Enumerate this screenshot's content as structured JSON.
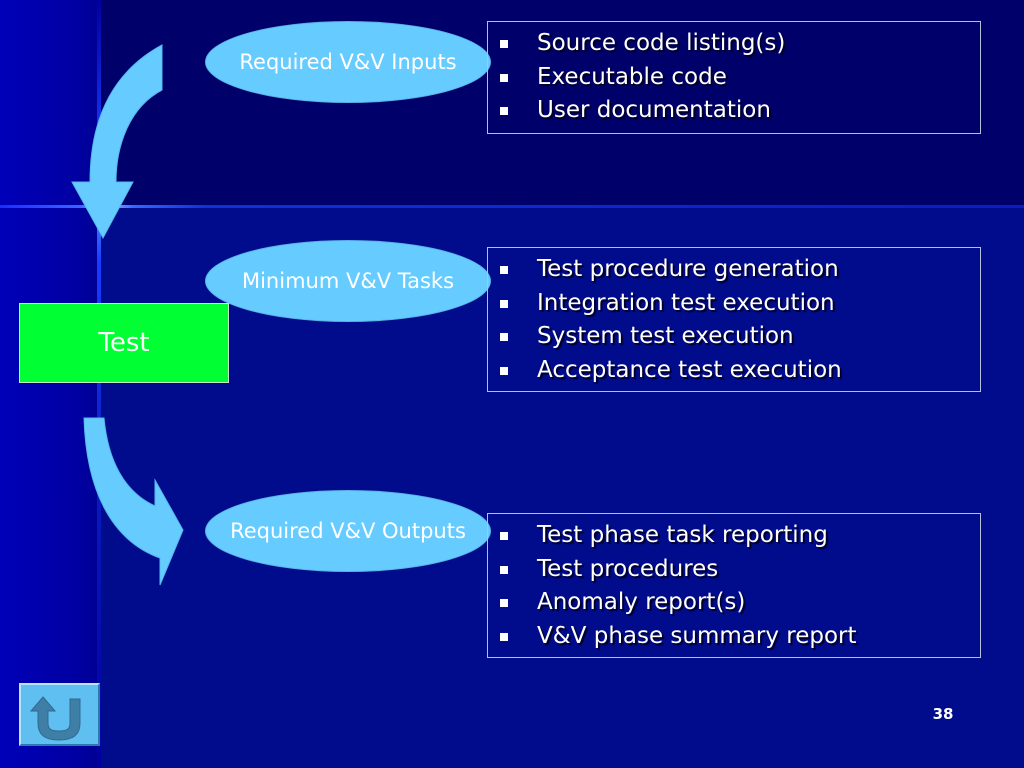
{
  "slide": {
    "center_node": "Test",
    "page_number": "38",
    "sections": [
      {
        "label": "Required V&V Inputs",
        "items": [
          "Source code listing(s)",
          "Executable code",
          "User documentation"
        ]
      },
      {
        "label": "Minimum V&V Tasks",
        "items": [
          "Test procedure generation",
          "Integration test execution",
          "System test execution",
          "Acceptance test execution"
        ]
      },
      {
        "label": "Required V&V Outputs",
        "items": [
          "Test phase task reporting",
          "Test procedures",
          "Anomaly report(s)",
          "V&V phase summary report"
        ]
      }
    ]
  },
  "colors": {
    "background": "#000a7a",
    "ellipse_fill": "#66ccff",
    "test_box_fill": "#00ff33",
    "arrow_fill": "#66ccff",
    "return_button_fill": "#5fbff0",
    "return_icon_fill": "#3f7fa6"
  },
  "icons": {
    "return": "return-u-turn-icon"
  }
}
